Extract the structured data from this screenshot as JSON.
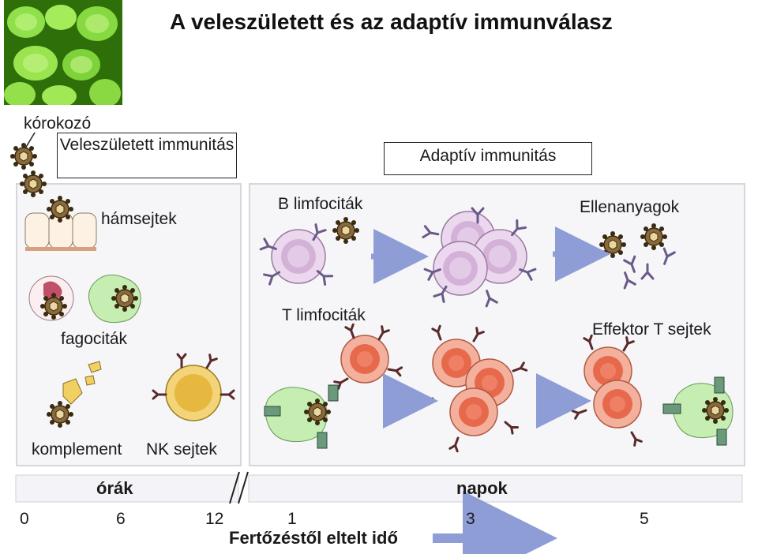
{
  "title": "A veleszületett és az adaptív immunválasz",
  "labels": {
    "pathogen": "kórokozó",
    "innate_box": "Veleszületett immunitás",
    "adaptive_box": "Adaptív immunitás",
    "epithelial": "hámsejtek",
    "phagocytes": "fagociták",
    "complement": "komplement",
    "nk_cells": "NK sejtek",
    "b_cells": "B limfociták",
    "antibodies": "Ellenanyagok",
    "t_cells": "T limfociták",
    "effector_t": "Effektor T sejtek"
  },
  "timeline": {
    "hours_label": "órák",
    "days_label": "napok",
    "ticks": [
      "0",
      "6",
      "12",
      "1",
      "3",
      "5"
    ],
    "axis_label": "Fertőzéstől eltelt idő"
  },
  "colors": {
    "b_cell": "#e4c8e6",
    "t_cell": "#e8836a",
    "phagocyte": "#bfe8a8",
    "nk_cell": "#e8c150",
    "arrow": "#8f9dd6",
    "antibody": "#6a5a8a"
  }
}
